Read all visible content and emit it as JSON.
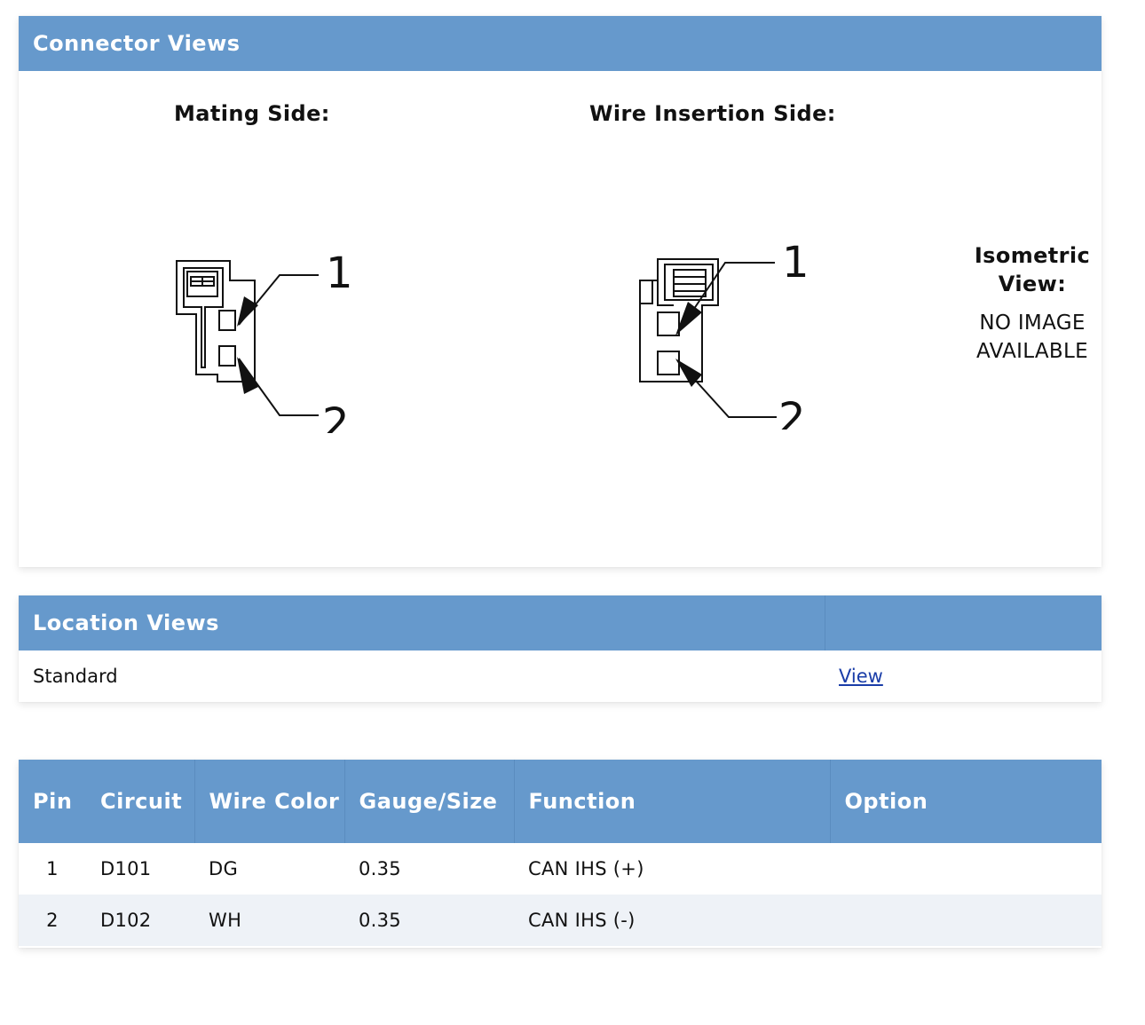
{
  "connector_views": {
    "title": "Connector Views",
    "mating_side_label": "Mating Side:",
    "wire_insertion_side_label": "Wire Insertion Side:",
    "pin_labels": [
      "1",
      "2"
    ],
    "isometric": {
      "title": "Isometric View:",
      "no_image": "NO IMAGE AVAILABLE"
    }
  },
  "location_views": {
    "title": "Location Views",
    "rows": [
      {
        "name": "Standard",
        "link": "View"
      }
    ]
  },
  "pin_table": {
    "headers": {
      "pin": "Pin",
      "circuit": "Circuit",
      "wire_color": "Wire Color",
      "gauge": "Gauge/Size",
      "function": "Function",
      "option": "Option"
    },
    "rows": [
      {
        "pin": "1",
        "circuit": "D101",
        "wire_color": "DG",
        "gauge": "0.35",
        "function": "CAN IHS (+)",
        "option": ""
      },
      {
        "pin": "2",
        "circuit": "D102",
        "wire_color": "WH",
        "gauge": "0.35",
        "function": "CAN IHS (-)",
        "option": ""
      }
    ]
  },
  "colors": {
    "header_blue": "#6699cc",
    "link_blue": "#1a3da8",
    "row_alt": "#eef2f7"
  }
}
